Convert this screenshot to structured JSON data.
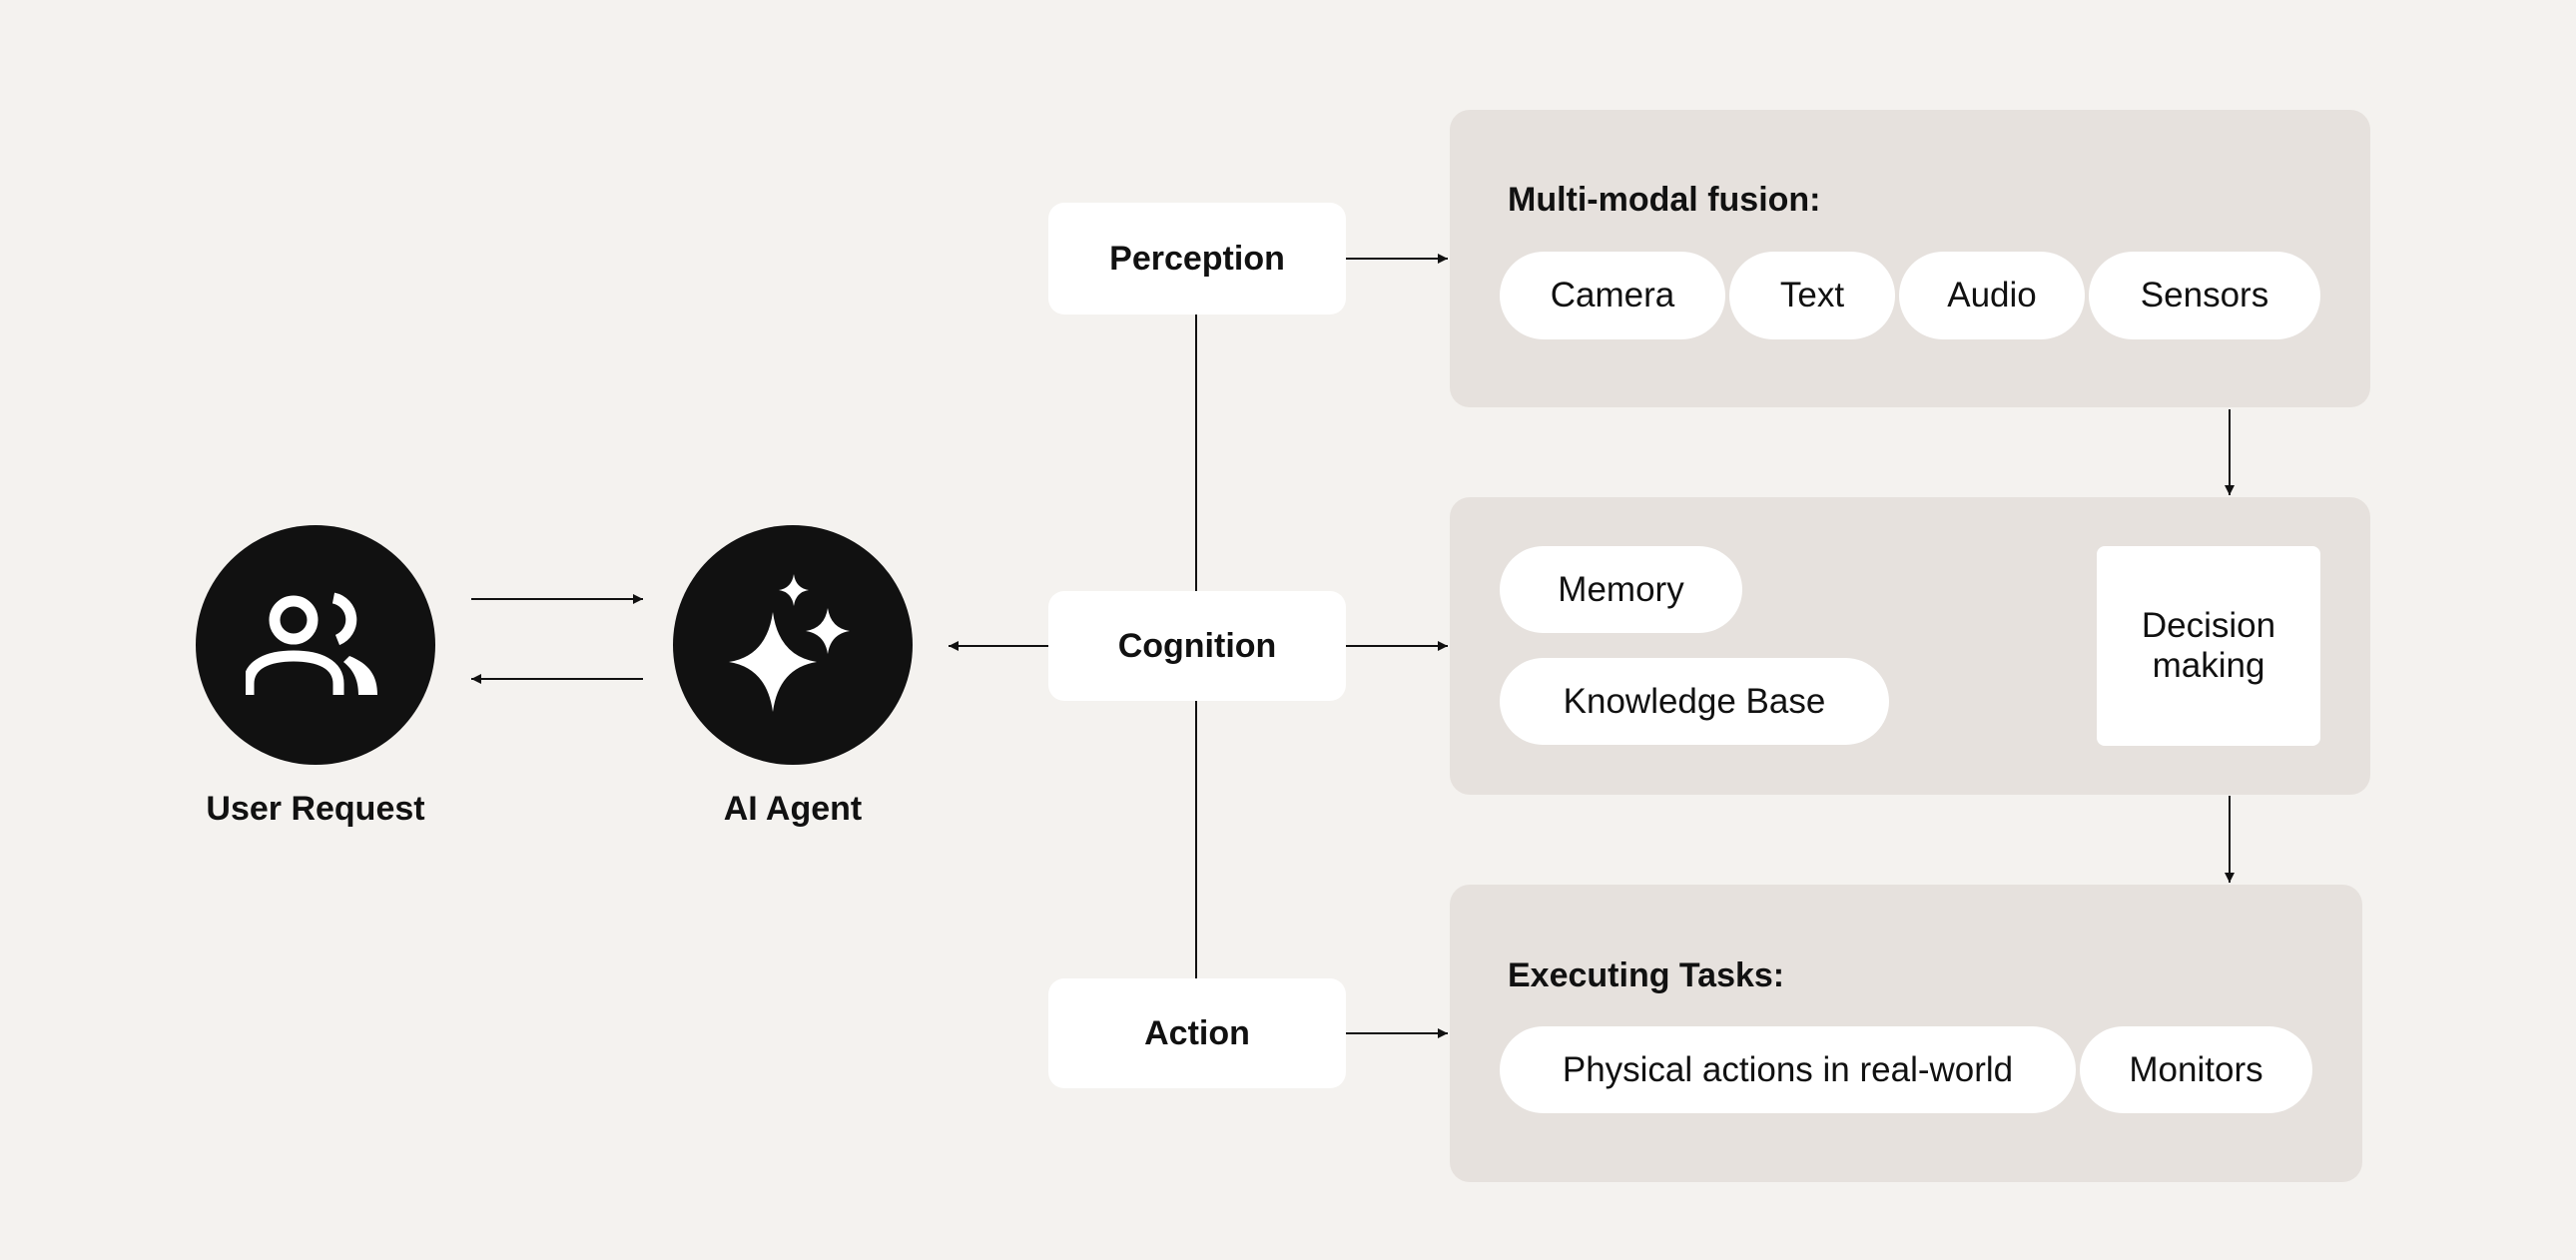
{
  "user_request": {
    "label": "User Request",
    "icon": "users-icon"
  },
  "ai_agent": {
    "label": "AI Agent",
    "icon": "sparkles-icon"
  },
  "stages": {
    "perception": "Perception",
    "cognition": "Cognition",
    "action": "Action"
  },
  "perception_panel": {
    "title": "Multi-modal fusion:",
    "items": [
      "Camera",
      "Text",
      "Audio",
      "Sensors"
    ]
  },
  "cognition_panel": {
    "items": [
      "Memory",
      "Knowledge Base"
    ],
    "decision_lines": [
      "Decision",
      "making"
    ]
  },
  "action_panel": {
    "title": "Executing Tasks:",
    "items": [
      "Physical actions in real-world",
      "Monitors"
    ]
  },
  "colors": {
    "background": "#f4f2ef",
    "panel": "#e6e1dd",
    "node": "#ffffff",
    "dark": "#111111"
  }
}
